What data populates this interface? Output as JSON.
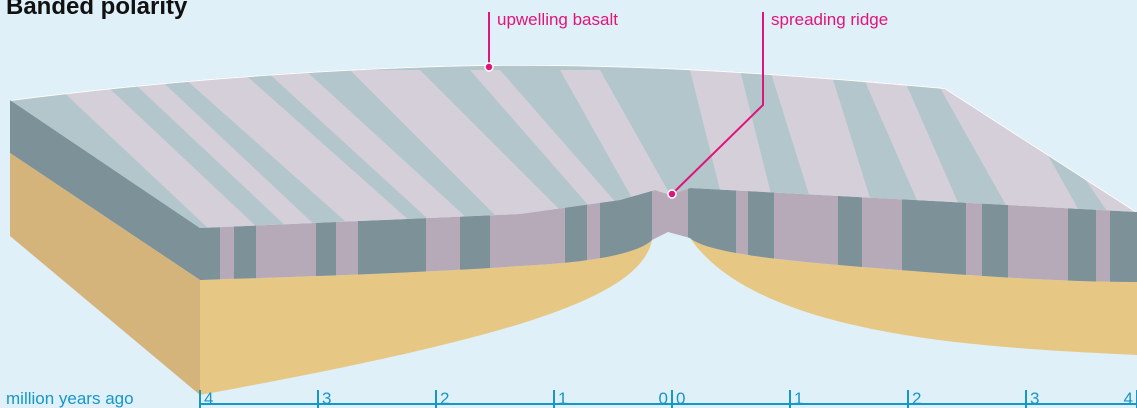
{
  "title": "Banded polarity",
  "callouts": {
    "upwelling": "upwelling basalt",
    "ridge": "spreading ridge"
  },
  "timescale": {
    "label": "million years ago",
    "ticks": [
      "4",
      "3",
      "2",
      "1",
      "0",
      "0",
      "1",
      "2",
      "3",
      "4"
    ]
  },
  "colors": {
    "background": "#dff0f9",
    "normal_polarity": "#7c9298",
    "reversed_polarity": "#b6a9b8",
    "top_normal": "#b3c6cc",
    "top_reversed": "#d5cfd9",
    "crust_top": "#e6c784",
    "crust_side": "#d4b47a",
    "accent": "#e0147a",
    "scale": "#1597c7"
  }
}
